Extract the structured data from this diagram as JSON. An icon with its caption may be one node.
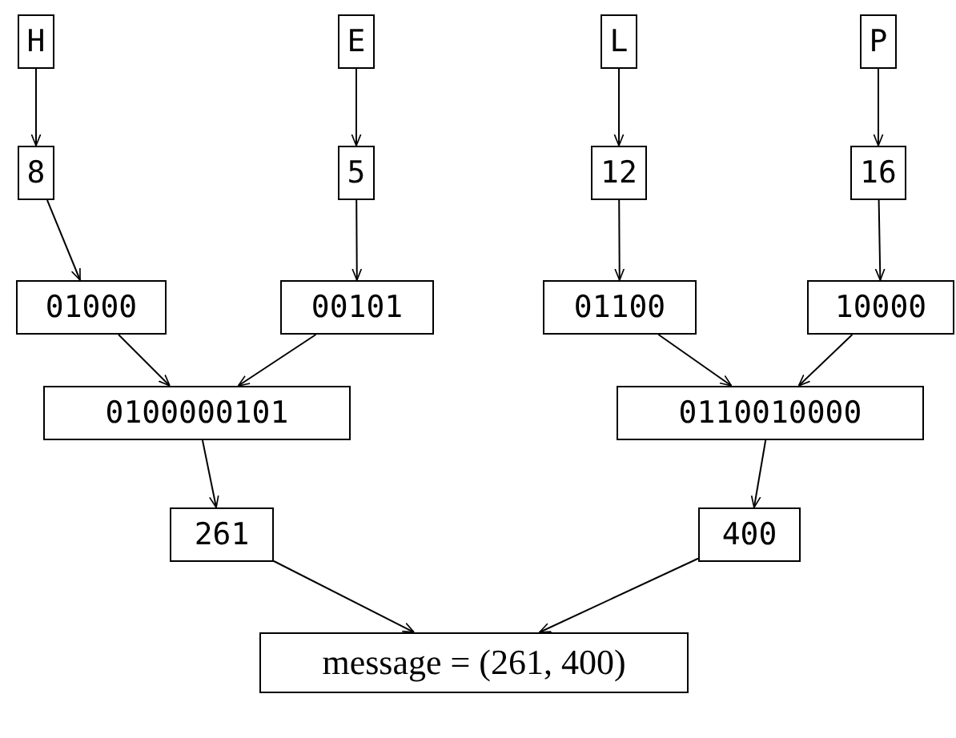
{
  "diagram": {
    "nodes": [
      {
        "text": [
          "H"
        ]
      },
      {
        "text": [
          "E"
        ]
      },
      {
        "text": [
          "L"
        ]
      },
      {
        "text": [
          "P"
        ]
      },
      {
        "text": [
          "8"
        ]
      },
      {
        "text": [
          "5"
        ]
      },
      {
        "text": [
          "12"
        ]
      },
      {
        "text": [
          "16"
        ]
      },
      {
        "text": [
          "01000"
        ]
      },
      {
        "text": [
          "00101"
        ]
      },
      {
        "text": [
          "01100"
        ]
      },
      {
        "text": [
          "10000"
        ]
      },
      {
        "text": [
          "0100000101"
        ]
      },
      {
        "text": [
          "0110010000"
        ]
      },
      {
        "text": [
          "261"
        ]
      },
      {
        "text": [
          "400"
        ]
      },
      {
        "text": [
          "message = (261, 400)"
        ]
      }
    ],
    "edges": [
      {
        "from": 0,
        "to": 4,
        "arrow": "to"
      },
      {
        "from": 1,
        "to": 5,
        "arrow": "to"
      },
      {
        "from": 2,
        "to": 6,
        "arrow": "to"
      },
      {
        "from": 3,
        "to": 7,
        "arrow": "to"
      },
      {
        "from": 4,
        "to": 8,
        "arrow": "to"
      },
      {
        "from": 5,
        "to": 9,
        "arrow": "to"
      },
      {
        "from": 6,
        "to": 10,
        "arrow": "to"
      },
      {
        "from": 7,
        "to": 11,
        "arrow": "to"
      },
      {
        "from": 8,
        "to": 12,
        "arrow": "to"
      },
      {
        "from": 9,
        "to": 12,
        "arrow": "to"
      },
      {
        "from": 10,
        "to": 13,
        "arrow": "to"
      },
      {
        "from": 11,
        "to": 13,
        "arrow": "to"
      },
      {
        "from": 12,
        "to": 14,
        "arrow": "to"
      },
      {
        "from": 13,
        "to": 15,
        "arrow": "to"
      },
      {
        "from": 14,
        "to": 16,
        "arrow": "to"
      },
      {
        "from": 15,
        "to": 16,
        "arrow": "to"
      }
    ]
  }
}
